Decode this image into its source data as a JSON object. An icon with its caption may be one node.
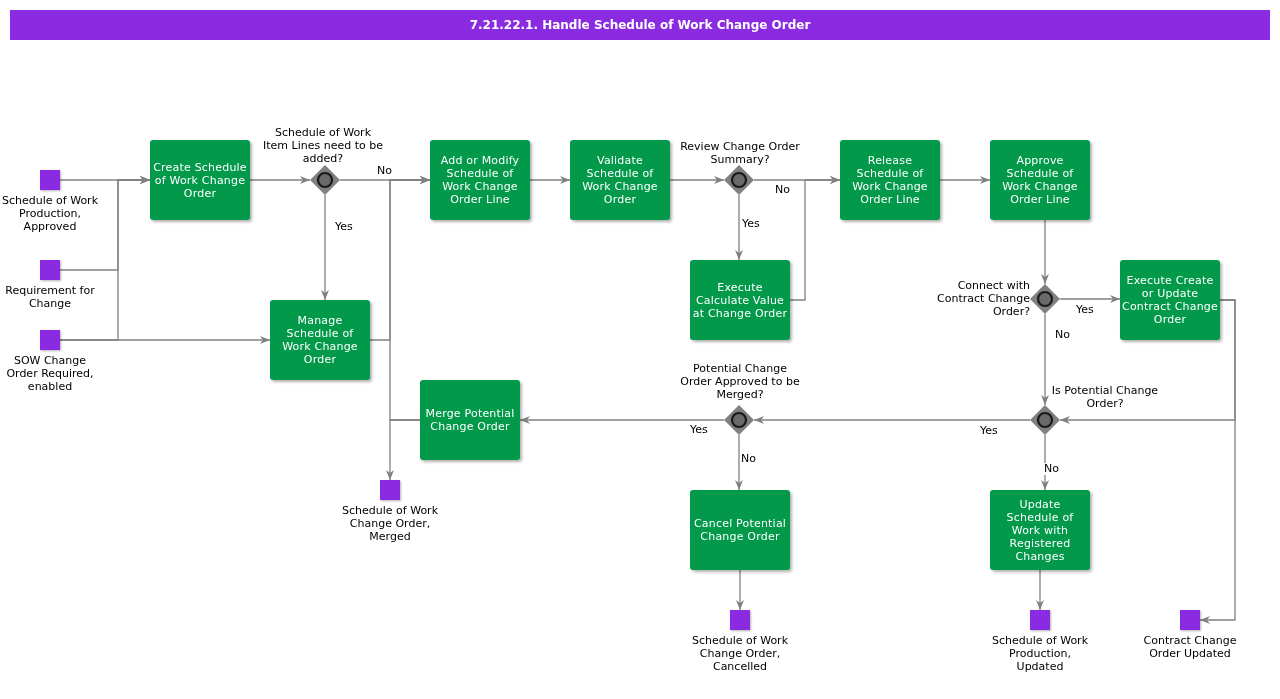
{
  "diagram": {
    "title": "7.21.22.1. Handle Schedule of Work Change Order",
    "nodes": [
      {
        "text": [
          "Schedule of Work Production, Approved"
        ]
      },
      {
        "text": [
          "Requirement for Change"
        ]
      },
      {
        "text": [
          "SOW Change Order Required, enabled"
        ]
      },
      {
        "text": [
          "Create Schedule of Work Change Order"
        ]
      },
      {
        "text": [
          "Schedule of Work Item Lines need to be added?"
        ]
      },
      {
        "text": [
          "Manage Schedule of Work Change Order"
        ]
      },
      {
        "text": [
          "Add or Modify Schedule of Work Change Order Line"
        ]
      },
      {
        "text": [
          "Validate Schedule of Work Change Order"
        ]
      },
      {
        "text": [
          "Review Change Order Summary?"
        ]
      },
      {
        "text": [
          "Execute Calculate Value at Change Order"
        ]
      },
      {
        "text": [
          "Release Schedule of Work Change Order Line"
        ]
      },
      {
        "text": [
          "Approve Schedule of Work Change Order Line"
        ]
      },
      {
        "text": [
          "Connect with Contract Change Order?"
        ]
      },
      {
        "text": [
          "Execute Create or Update Contract Change Order"
        ]
      },
      {
        "text": [
          "Is Potential Change Order?"
        ]
      },
      {
        "text": [
          "Potential Change Order Approved to be Merged?"
        ]
      },
      {
        "text": [
          "Merge Potential Change Order"
        ]
      },
      {
        "text": [
          "Schedule of Work Change Order, Merged"
        ]
      },
      {
        "text": [
          "Cancel Potential Change Order"
        ]
      },
      {
        "text": [
          "Schedule of Work Change Order, Cancelled"
        ]
      },
      {
        "text": [
          "Update Schedule of Work with Registered Changes"
        ]
      },
      {
        "text": [
          "Schedule of Work Production, Updated"
        ]
      },
      {
        "text": [
          "Contract Change Order Updated"
        ]
      }
    ],
    "edges": [
      {
        "from": 0,
        "to": 3,
        "arrow": "to"
      },
      {
        "from": 1,
        "to": 3,
        "arrow": "to"
      },
      {
        "from": 2,
        "to": 3,
        "arrow": "to"
      },
      {
        "from": 2,
        "to": 5,
        "arrow": "to"
      },
      {
        "from": 3,
        "to": 4,
        "arrow": "to"
      },
      {
        "from": 4,
        "to": 6,
        "arrow": "to",
        "label": "No"
      },
      {
        "from": 4,
        "to": 5,
        "arrow": "to",
        "label": "Yes"
      },
      {
        "from": 5,
        "to": 6,
        "arrow": "to"
      },
      {
        "from": 16,
        "to": 6,
        "arrow": "to"
      },
      {
        "from": 16,
        "to": 17,
        "arrow": "to"
      },
      {
        "from": 6,
        "to": 7,
        "arrow": "to"
      },
      {
        "from": 7,
        "to": 8,
        "arrow": "to"
      },
      {
        "from": 8,
        "to": 10,
        "arrow": "to",
        "label": "No"
      },
      {
        "from": 8,
        "to": 9,
        "arrow": "to",
        "label": "Yes"
      },
      {
        "from": 9,
        "to": 10,
        "arrow": "to"
      },
      {
        "from": 10,
        "to": 11,
        "arrow": "to"
      },
      {
        "from": 11,
        "to": 12,
        "arrow": "to"
      },
      {
        "from": 12,
        "to": 13,
        "arrow": "to",
        "label": "Yes"
      },
      {
        "from": 12,
        "to": 14,
        "arrow": "to",
        "label": "No"
      },
      {
        "from": 13,
        "to": 14,
        "arrow": "to"
      },
      {
        "from": 13,
        "to": 22,
        "arrow": "to"
      },
      {
        "from": 14,
        "to": 15,
        "arrow": "to",
        "label": "Yes"
      },
      {
        "from": 14,
        "to": 20,
        "arrow": "to",
        "label": "No"
      },
      {
        "from": 15,
        "to": 16,
        "arrow": "to",
        "label": "Yes"
      },
      {
        "from": 15,
        "to": 18,
        "arrow": "to",
        "label": "No"
      },
      {
        "from": 18,
        "to": 19,
        "arrow": "to"
      },
      {
        "from": 20,
        "to": 21,
        "arrow": "to"
      }
    ]
  }
}
